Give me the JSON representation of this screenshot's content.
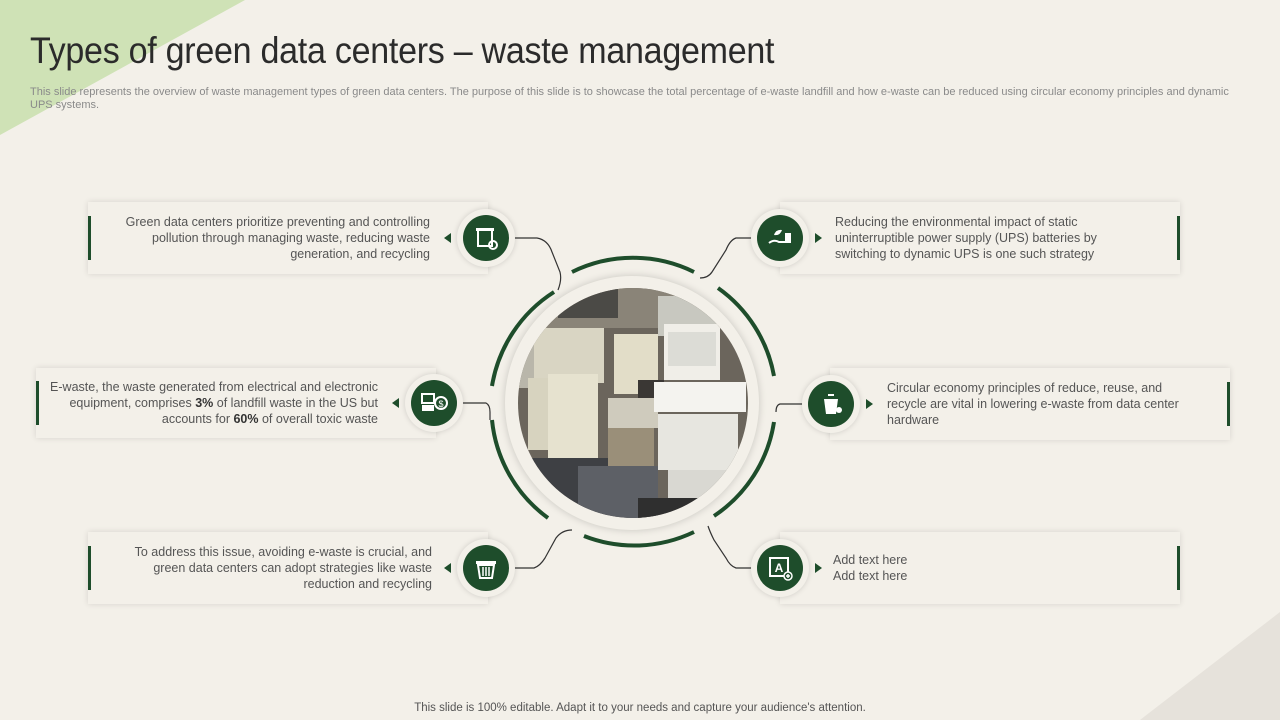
{
  "header": {
    "title": "Types of green data centers – waste management",
    "subtitle": "This slide represents the overview of waste management types of green data centers. The purpose of this slide is to showcase the total percentage of e-waste landfill and how e-waste can be reduced using circular economy principles and dynamic UPS systems."
  },
  "items": {
    "top_left": {
      "text": "Green data centers prioritize preventing and controlling pollution through managing waste, reducing waste generation, and recycling",
      "icon": "recycle-bin-gear-icon"
    },
    "mid_left": {
      "text_before_1": "E-waste, the waste generated from electrical and electronic equipment, comprises ",
      "bold_1": "3%",
      "text_before_2": " of landfill waste in the US but accounts for ",
      "bold_2": "60%",
      "text_after": " of overall toxic waste",
      "icon": "electronics-dollar-icon"
    },
    "bottom_left": {
      "text": "To address this issue, avoiding e-waste is crucial, and green data centers can adopt strategies like waste reduction and recycling",
      "icon": "trash-can-icon"
    },
    "top_right": {
      "text": "Reducing the environmental  impact of static uninterruptible  power supply (UPS) batteries by switching to dynamic UPS is one such strategy",
      "icon": "hand-leaf-battery-icon"
    },
    "mid_right": {
      "text": "Circular economy principles of reduce, reuse, and recycle are vital in lowering e-waste from data center hardware",
      "icon": "recycling-bin-icon"
    },
    "bottom_right": {
      "line1": "Add text here",
      "line2": "Add text here",
      "icon": "text-edit-icon"
    }
  },
  "footer": {
    "note": "This slide is 100% editable. Adapt it to your needs and capture your audience's attention."
  },
  "colors": {
    "background": "#f3f0e9",
    "accent_green": "#1e4d2b",
    "corner_green": "#c9deb0"
  }
}
